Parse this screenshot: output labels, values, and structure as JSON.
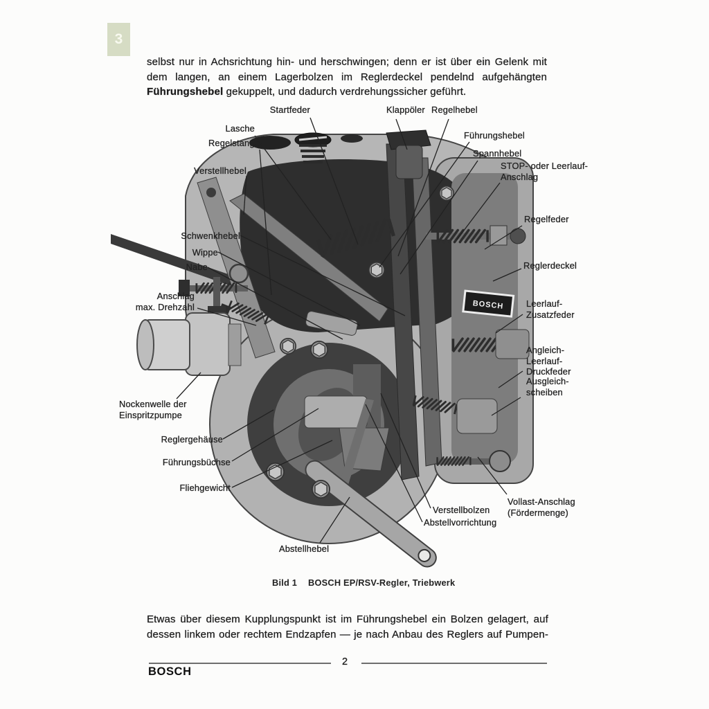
{
  "page": {
    "tab_number": "3",
    "page_number": "2",
    "brand": "BOSCH"
  },
  "paragraph_top": {
    "line1": "selbst nur in Achsrichtung hin- und herschwingen; denn er ist über ein Gelenk mit",
    "line2": "dem langen, an einem Lagerbolzen im Reglerdeckel pendelnd aufgehängten",
    "line3_bold": "Führungshebel",
    "line3_rest": " gekuppelt, und dadurch verdrehungssicher geführt."
  },
  "figure": {
    "caption_label": "Bild 1",
    "caption_text": "BOSCH EP/RSV-Regler, Triebwerk",
    "plate_text": "BOSCH",
    "labels": {
      "startfeder": "Startfeder",
      "lasche": "Lasche",
      "regelstange": "Regelstange",
      "verstellhebel": "Verstellhebel",
      "schwenkhebel": "Schwenkhebel",
      "wippe": "Wippe",
      "nabe": "Nabe",
      "anschlag_max": "Anschlag\nmax. Drehzahl",
      "nockenwelle": "Nockenwelle der\nEinspritzpumpe",
      "reglergehaeuse": "Reglergehäuse",
      "fuehrungsbuechse": "Führungsbüchse",
      "fliehgewicht": "Fliehgewicht",
      "abstellhebel": "Abstellhebel",
      "klappoeler": "Klappöler",
      "regelhebel": "Regelhebel",
      "fuehrungshebel": "Führungshebel",
      "spannhebel": "Spannhebel",
      "stop_anschlag": "STOP- oder Leerlauf-\nAnschlag",
      "regelfeder": "Regelfeder",
      "reglerdeckel": "Reglerdeckel",
      "leerlauf_zusatzfeder": "Leerlauf-\nZusatzfeder",
      "angleich": "Angleich-\nLeerlauf-\nDruckfeder",
      "ausgleich": "Ausgleich-\nscheiben",
      "vollast": "Vollast-Anschlag\n(Fördermenge)",
      "verstellbolzen": "Verstellbolzen",
      "abstellvorrichtung": "Abstellvorrichtung"
    }
  },
  "paragraph_bottom": {
    "line1": "Etwas über diesem Kupplungspunkt ist im Führungshebel ein Bolzen gelagert, auf",
    "line2": "dessen linkem oder rechtem Endzapfen — je nach Anbau des Reglers auf Pumpen-"
  }
}
